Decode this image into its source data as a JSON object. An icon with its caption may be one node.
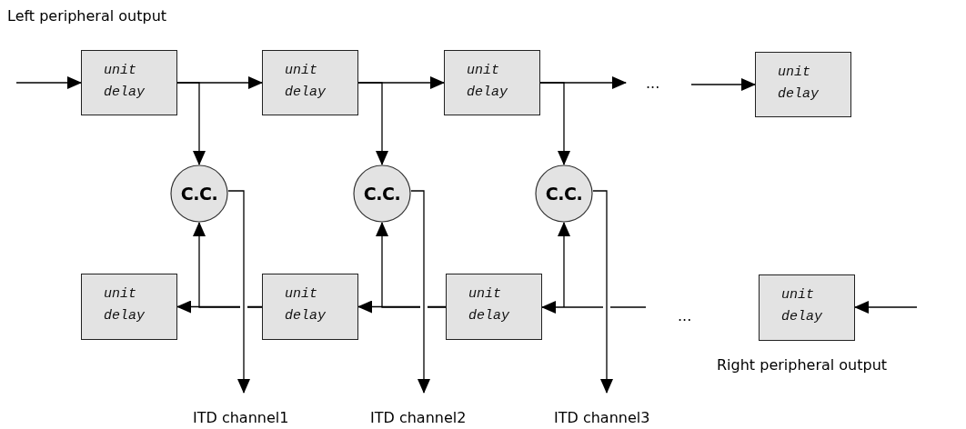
{
  "diagram": {
    "nodes": [
      {
        "text": [
          "unit delay"
        ]
      },
      {
        "text": [
          "unit delay"
        ]
      },
      {
        "text": [
          "unit delay"
        ]
      },
      {
        "text": [
          "unit delay"
        ]
      },
      {
        "text": [
          "C.C."
        ]
      },
      {
        "text": [
          "C.C."
        ]
      },
      {
        "text": [
          "C.C."
        ]
      },
      {
        "text": [
          "unit delay"
        ]
      },
      {
        "text": [
          "unit delay"
        ]
      },
      {
        "text": [
          "unit delay"
        ]
      },
      {
        "text": [
          "unit delay"
        ]
      },
      {
        "text": [
          "ITD channel1"
        ]
      },
      {
        "text": [
          "ITD channel2"
        ]
      },
      {
        "text": [
          "ITD channel3"
        ]
      }
    ],
    "edges": [
      {
        "from": null,
        "to": 0,
        "arrow": "to"
      },
      {
        "from": 0,
        "to": 1,
        "arrow": "to"
      },
      {
        "from": 1,
        "to": 2,
        "arrow": "to"
      },
      {
        "from": 2,
        "to": null,
        "arrow": "to"
      },
      {
        "from": null,
        "to": 3,
        "arrow": "to"
      },
      {
        "from": 0,
        "to": 4,
        "arrow": "to"
      },
      {
        "from": 1,
        "to": 5,
        "arrow": "to"
      },
      {
        "from": 2,
        "to": 6,
        "arrow": "to"
      },
      {
        "from": null,
        "to": 10,
        "arrow": "to"
      },
      {
        "from": null,
        "to": 9,
        "arrow": "to"
      },
      {
        "from": 9,
        "to": 8,
        "arrow": "to"
      },
      {
        "from": 8,
        "to": 7,
        "arrow": "to"
      },
      {
        "from": null,
        "to": 6,
        "arrow": "to"
      },
      {
        "from": 9,
        "to": 5,
        "arrow": "to"
      },
      {
        "from": 8,
        "to": 4,
        "arrow": "to"
      },
      {
        "from": 4,
        "to": 11,
        "arrow": "to"
      },
      {
        "from": 5,
        "to": 12,
        "arrow": "to"
      },
      {
        "from": 6,
        "to": 13,
        "arrow": "to"
      }
    ],
    "labels": [
      "Left peripheral output",
      "...",
      "...",
      "Right peripheral output"
    ]
  }
}
